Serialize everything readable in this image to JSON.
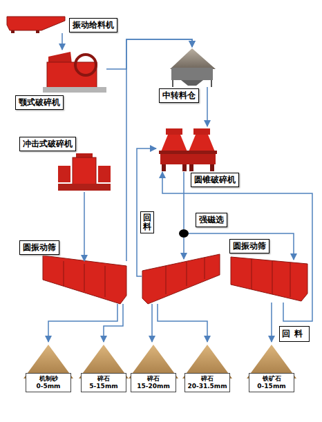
{
  "diagram": {
    "nodes": [
      {
        "text": [
          "振动给料机"
        ]
      },
      {
        "text": [
          "颚式破碎机"
        ]
      },
      {
        "text": [
          "中转料仓"
        ]
      },
      {
        "text": [
          "冲击式破碎机"
        ]
      },
      {
        "text": [
          "圆锥破碎机"
        ]
      },
      {
        "text": [
          "强磁选"
        ]
      },
      {
        "text": [
          "圆振动筛"
        ]
      },
      {
        "text": []
      },
      {
        "text": [
          "圆振动筛"
        ]
      },
      {
        "text": [
          "机制砂",
          "0-5mm"
        ]
      },
      {
        "text": [
          "碎石",
          "5-15mm"
        ]
      },
      {
        "text": [
          "碎石",
          "15-20mm"
        ]
      },
      {
        "text": [
          "碎石",
          "20-31.5mm"
        ]
      },
      {
        "text": [
          "铁矿石",
          "0-15mm"
        ]
      }
    ],
    "edges": [
      {
        "from": 0,
        "to": 1,
        "arrow": "to"
      },
      {
        "from": 1,
        "to": 2,
        "arrow": "to"
      },
      {
        "from": 6,
        "to": 2,
        "arrow": "to"
      },
      {
        "from": 2,
        "to": 4,
        "arrow": "to"
      },
      {
        "from": 3,
        "to": 6,
        "arrow": "to"
      },
      {
        "from": 4,
        "to": 5,
        "arrow": "none"
      },
      {
        "from": 5,
        "to": 7,
        "arrow": "to"
      },
      {
        "from": 5,
        "to": 8,
        "arrow": "to"
      },
      {
        "from": 7,
        "to": 4,
        "label": "回料",
        "arrow": "to"
      },
      {
        "from": 8,
        "to": 4,
        "label": "回料",
        "arrow": "to"
      },
      {
        "from": 6,
        "to": 9,
        "arrow": "to"
      },
      {
        "from": 6,
        "to": 10,
        "arrow": "to"
      },
      {
        "from": 7,
        "to": 11,
        "arrow": "to"
      },
      {
        "from": 7,
        "to": 12,
        "arrow": "to"
      },
      {
        "from": 8,
        "to": 13,
        "arrow": "to"
      }
    ]
  }
}
